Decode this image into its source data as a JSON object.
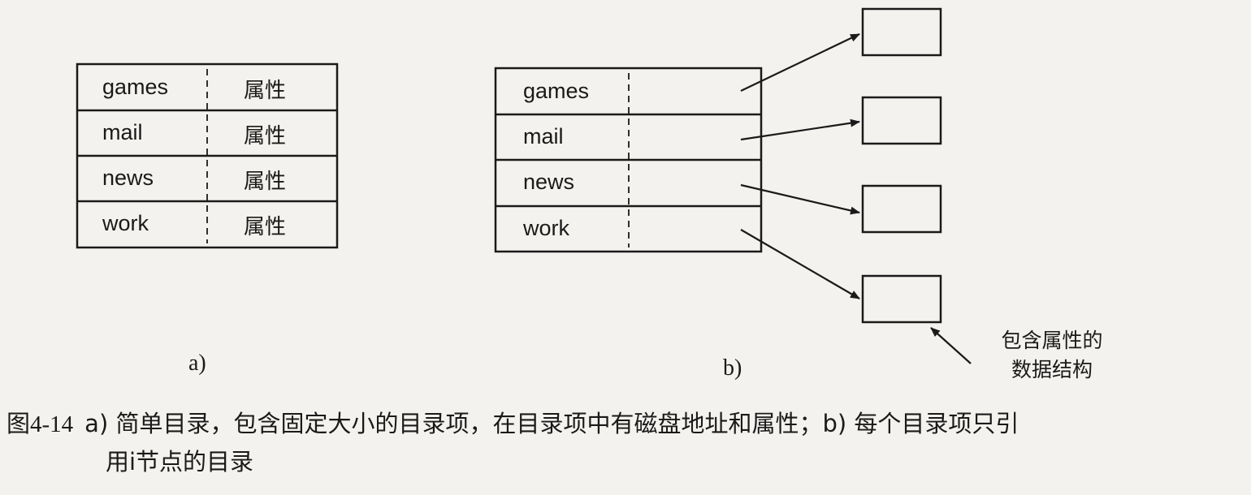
{
  "figure_a": {
    "rows": [
      {
        "name": "games",
        "attr": "属性"
      },
      {
        "name": "mail",
        "attr": "属性"
      },
      {
        "name": "news",
        "attr": "属性"
      },
      {
        "name": "work",
        "attr": "属性"
      }
    ],
    "label": "a)"
  },
  "figure_b": {
    "rows": [
      {
        "name": "games"
      },
      {
        "name": "mail"
      },
      {
        "name": "news"
      },
      {
        "name": "work"
      }
    ],
    "label": "b)",
    "note_line1": "包含属性的",
    "note_line2": "数据结构"
  },
  "caption": {
    "number": "图4-14",
    "line1": "a) 简单目录，包含固定大小的目录项，在目录项中有磁盘地址和属性；b) 每个目录项只引",
    "line2": "用i节点的目录"
  }
}
